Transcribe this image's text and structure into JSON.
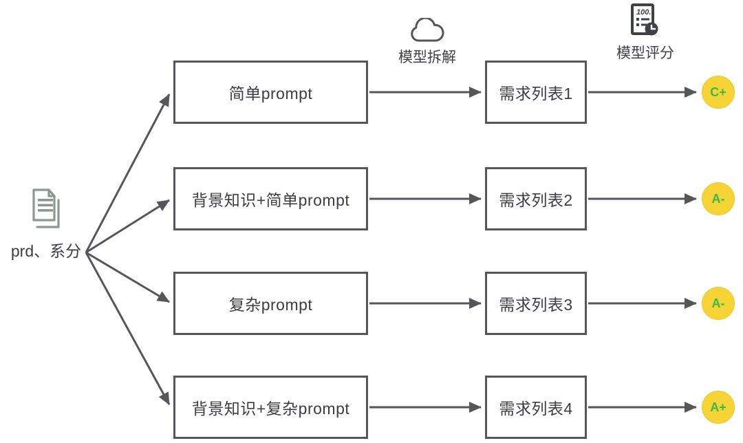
{
  "diagram": {
    "source": {
      "label": "prd、系分",
      "icon": "document-icon"
    },
    "stages": {
      "decompose": {
        "label": "模型拆解",
        "icon": "cloud-icon"
      },
      "score": {
        "label": "模型评分",
        "icon": "scorecard-icon"
      }
    },
    "rows": [
      {
        "prompt": "简单prompt",
        "result": "需求列表1",
        "grade": "C+"
      },
      {
        "prompt": "背景知识+简单prompt",
        "result": "需求列表2",
        "grade": "A-"
      },
      {
        "prompt": "复杂prompt",
        "result": "需求列表3",
        "grade": "A-"
      },
      {
        "prompt": "背景知识+复杂prompt",
        "result": "需求列表4",
        "grade": "A+"
      }
    ],
    "colors": {
      "line": "#54565a",
      "box_border": "#54565a",
      "text": "#3c3d40",
      "badge_fill": "#f6d435",
      "badge_highlight": "#f8efa2",
      "badge_text": "#3cb84a",
      "document_icon": "#8a9a92"
    }
  }
}
